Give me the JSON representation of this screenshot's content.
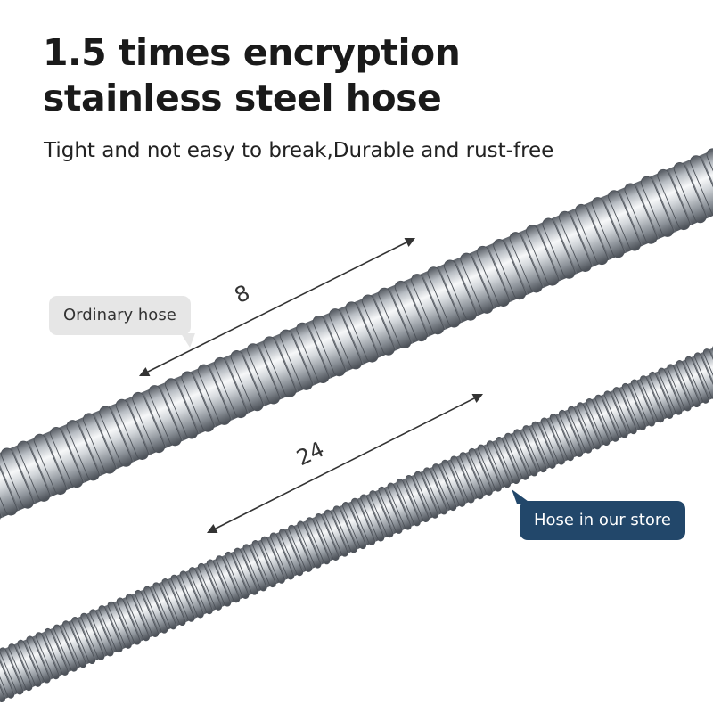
{
  "headline": {
    "line1": "1.5 times encryption",
    "line2": "stainless steel hose"
  },
  "subtitle": "Tight and not easy to break,Durable and rust-free",
  "ordinary_hose": {
    "label": "Ordinary hose",
    "coil_count": "8"
  },
  "store_hose": {
    "label": "Hose in our store",
    "coil_count": "24"
  },
  "colors": {
    "text": "#1a1a1a",
    "store_bubble": "#22476a",
    "ordinary_bubble": "#e6e6e6",
    "steel": "#c9ced3"
  }
}
